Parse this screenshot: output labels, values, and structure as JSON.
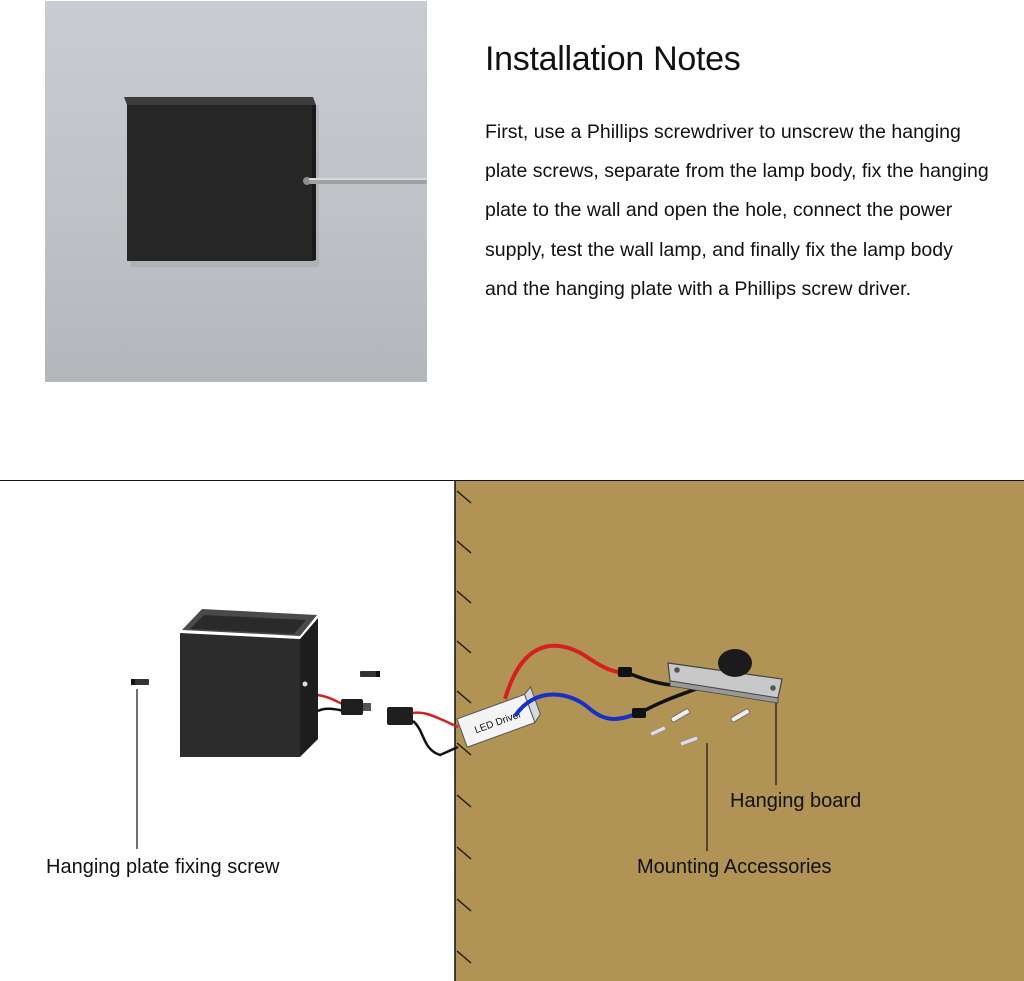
{
  "notes": {
    "title": "Installation Notes",
    "body": "First, use a Phillips screwdriver to unscrew the hanging plate screws, separate from the lamp body, fix the hanging plate to the wall and open the hole, connect the power supply, test the wall lamp, and finally fix the lamp body and the hanging plate with a Phillips screw driver."
  },
  "diagram": {
    "labels": {
      "fixing_screw": "Hanging plate fixing screw",
      "hanging_board": "Hanging board",
      "mounting_accessories": "Mounting Accessories"
    },
    "driver_text": "LED Driver",
    "colors": {
      "wall": "#b09355",
      "lamp": "#2c2c2c",
      "live_wire": "#d42020",
      "neutral_wire": "#1630c8",
      "plate": "#c8c8c8"
    }
  }
}
